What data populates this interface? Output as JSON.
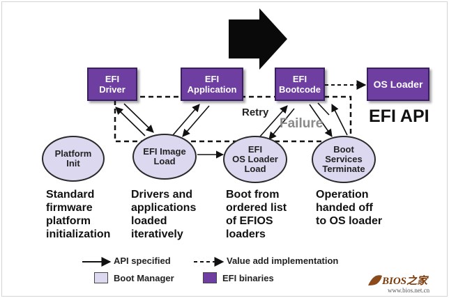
{
  "colors": {
    "efi_binary": "#6e3fa0",
    "boot_manager": "#dcd8ef",
    "failure_text": "#8a8a8a"
  },
  "boxes": {
    "efi_driver": "EFI\nDriver",
    "efi_application": "EFI\nApplication",
    "efi_bootcode": "EFI\nBootcode",
    "os_loader": "OS Loader"
  },
  "ellipses": {
    "platform_init": "Platform\nInit",
    "efi_image_load": "EFI Image\nLoad",
    "efi_os_loader_load": "EFI\nOS Loader\nLoad",
    "boot_services_terminate": "Boot\nServices\nTerminate"
  },
  "labels": {
    "retry": "Retry",
    "failure": "Failure",
    "efi_api": "EFI API"
  },
  "descriptions": {
    "platform_init": "Standard\nfirmware\nplatform\ninitialization",
    "image_load": "Drivers and\napplications\nloaded\niteratively",
    "os_loader_load": "Boot from\nordered list\nof EFIOS\nloaders",
    "terminate": "Operation\nhanded off\nto OS loader"
  },
  "legend": {
    "api_specified": "API specified",
    "value_add": "Value add implementation",
    "boot_manager": "Boot Manager",
    "efi_binaries": "EFI binaries"
  },
  "watermark": {
    "title": "BIOS之家",
    "url": "www.bios.net.cn"
  }
}
